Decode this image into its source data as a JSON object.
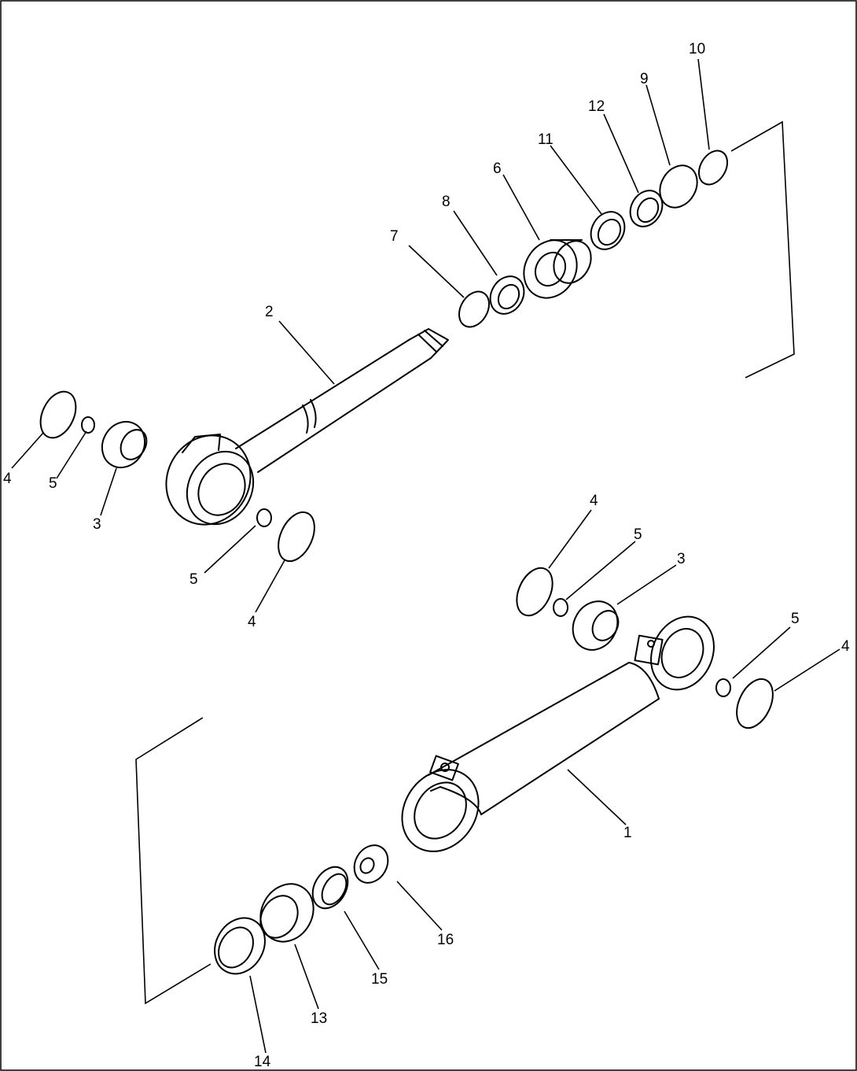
{
  "callouts": {
    "c1": "1",
    "c2": "2",
    "c3a": "3",
    "c3b": "3",
    "c4a": "4",
    "c4b": "4",
    "c4c": "4",
    "c4d": "4",
    "c5a": "5",
    "c5b": "5",
    "c5c": "5",
    "c5d": "5",
    "c6": "6",
    "c7": "7",
    "c8": "8",
    "c9": "9",
    "c10": "10",
    "c11": "11",
    "c12": "12",
    "c13": "13",
    "c14": "14",
    "c15": "15",
    "c16": "16"
  }
}
